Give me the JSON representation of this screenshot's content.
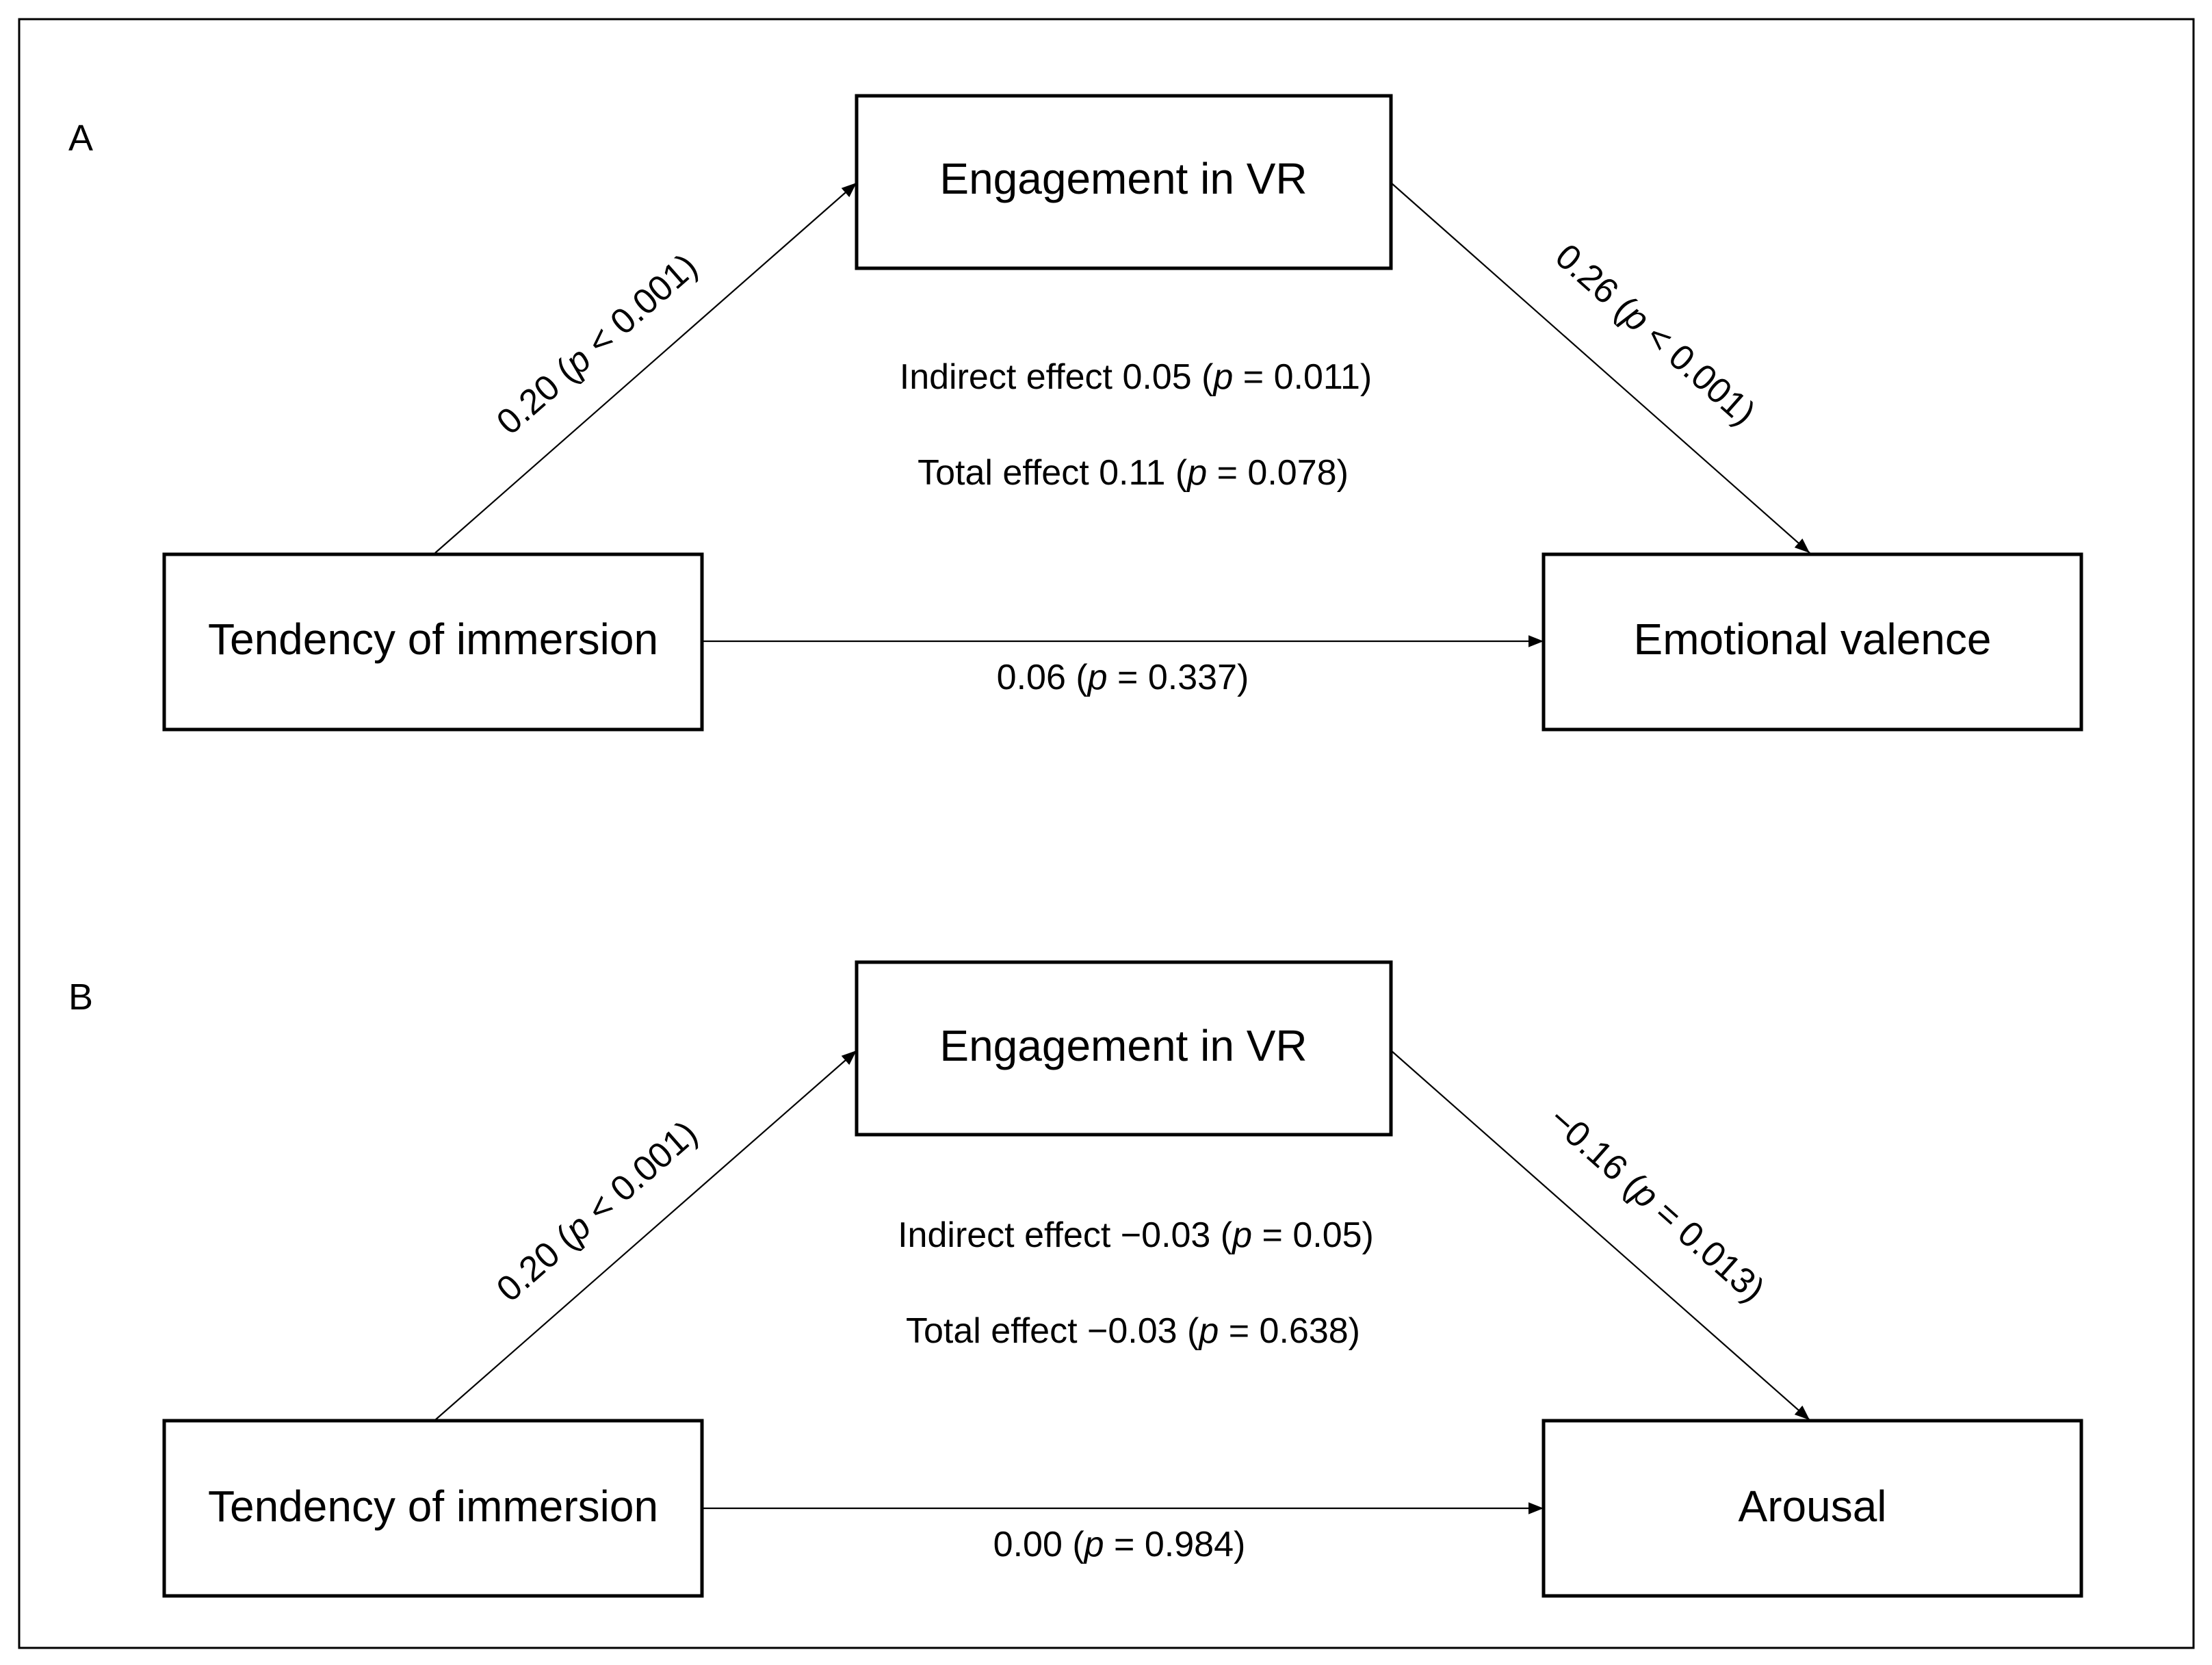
{
  "panels": [
    {
      "letter": "A",
      "mediator": "Engagement in VR",
      "predictor": "Tendency of immersion",
      "outcome": "Emotional valence",
      "path_a": {
        "coef": "0.20",
        "p_op": "<",
        "p_val": "0.001"
      },
      "path_b": {
        "coef": "0.26",
        "p_op": "<",
        "p_val": "0.001"
      },
      "path_c": {
        "coef": "0.06",
        "p_op": "=",
        "p_val": "0.337"
      },
      "indirect": {
        "label": "Indirect effect",
        "coef": "0.05",
        "p_op": "=",
        "p_val": "0.011"
      },
      "total": {
        "label": "Total effect",
        "coef": "0.11",
        "p_op": "=",
        "p_val": "0.078"
      }
    },
    {
      "letter": "B",
      "mediator": "Engagement in VR",
      "predictor": "Tendency of immersion",
      "outcome": "Arousal",
      "path_a": {
        "coef": "0.20",
        "p_op": "<",
        "p_val": "0.001"
      },
      "path_b": {
        "coef": "−0.16",
        "p_op": "=",
        "p_val": "0.013"
      },
      "path_c": {
        "coef": "0.00",
        "p_op": "=",
        "p_val": "0.984"
      },
      "indirect": {
        "label": "Indirect effect",
        "coef": "−0.03",
        "p_op": "=",
        "p_val": "0.05"
      },
      "total": {
        "label": "Total effect",
        "coef": "−0.03",
        "p_op": "=",
        "p_val": "0.638"
      }
    }
  ],
  "colors": {
    "line": "#000000",
    "background": "#ffffff",
    "frame": "#000000"
  }
}
